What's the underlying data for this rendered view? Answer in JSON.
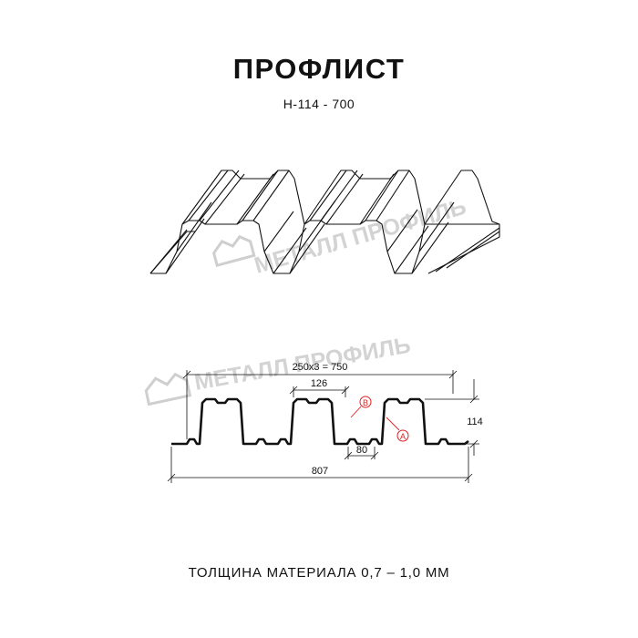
{
  "title": "ПРОФЛИСТ",
  "subtitle": "Н-114 - 700",
  "footer": "ТОЛЩИНА МАТЕРИАЛА 0,7 – 1,0 ММ",
  "watermark": "МЕТАЛЛ ПРОФИЛЬ",
  "dimensions": {
    "pitch_label": "250x3 = 750",
    "top_width": "126",
    "bottom_width": "80",
    "height": "114",
    "total_width": "807"
  },
  "markers": {
    "b": "B",
    "a": "A"
  },
  "colors": {
    "line": "#111111",
    "marker": "#e02020",
    "watermark": "#c8c8c8"
  }
}
